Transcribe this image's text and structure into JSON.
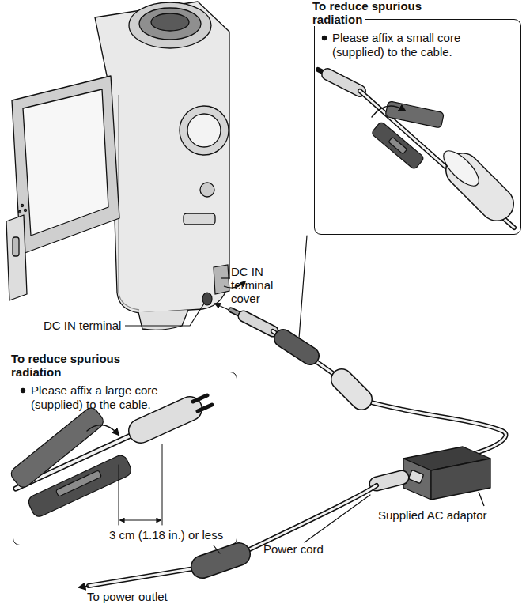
{
  "diagram": {
    "nodes": [
      {
        "text": [
          "To reduce spurious radiation",
          "Please affix a small core (supplied) to the cable."
        ]
      },
      {
        "text": [
          "To reduce spurious radiation",
          "Please affix a large core (supplied) to the cable."
        ]
      }
    ],
    "labels": [
      "DC IN terminal cover",
      "DC IN terminal",
      "3 cm (1.18 in.) or less",
      "Supplied AC adaptor",
      "Power cord",
      "To power outlet"
    ]
  }
}
